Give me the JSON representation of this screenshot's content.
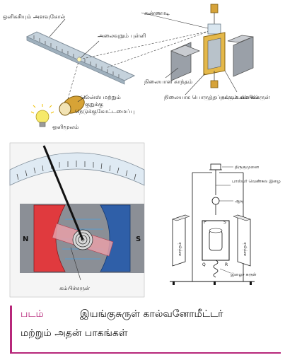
{
  "labels": {
    "scale_source": "ஒளிகசியும் அளவுகோல்",
    "mirror": "கண்ணாடி",
    "light_spot": "அலைவுறும் புள்ளி",
    "fixed_magnet": "நிலையான காந்தம்",
    "fixed_core": "நிலையாக பொருத்தப்பட்ட உள்ளகம்",
    "moving_coil": "நகரும் கம்பிச்சுருள்",
    "lens_line1": "லென்ஸ் மற்றும்",
    "lens_line2": "குறுக்கு",
    "lens_line3": "நெடுக்குகோட்டமைப்பு",
    "light_source": "ஒளிமூலம்",
    "coil": "கம்பிச்சுருள்",
    "pole_n": "N",
    "pole_s": "S",
    "torsion_head": "திருகுமுனை",
    "phosphor_bronze": "பாஸ்பர் வெண்கல இழை",
    "mirror_small": "ஆடி",
    "magnet_left": "காந்தம்",
    "magnet_right": "காந்தம்",
    "spring": "இழைச் சுருள்",
    "corner_p": "P",
    "corner_s": "S",
    "corner_q": "Q",
    "corner_r": "R"
  },
  "caption": {
    "tag": "படம்",
    "line1": "இயங்குசுருள் கால்வனோமீட்டர்",
    "line2": "மற்றும் அதன் பாகங்கள்"
  },
  "colors": {
    "accent": "#b7277a",
    "north_pole": "#e03a3e",
    "south_pole": "#2f5fa8",
    "scale_face": "#dfeaf3",
    "magnet_body": "#8b8f96"
  }
}
